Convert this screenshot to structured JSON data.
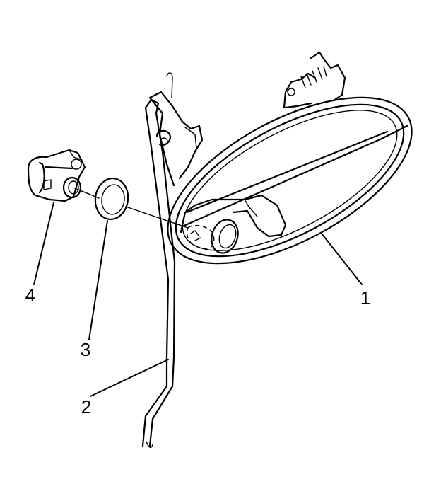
{
  "callouts": [
    {
      "label": "1",
      "part": "door-handle"
    },
    {
      "label": "2",
      "part": "lock-rod"
    },
    {
      "label": "3",
      "part": "seal-ring"
    },
    {
      "label": "4",
      "part": "lock-cylinder"
    }
  ],
  "colors": {
    "ink": "#000000",
    "paper": "#ffffff"
  }
}
